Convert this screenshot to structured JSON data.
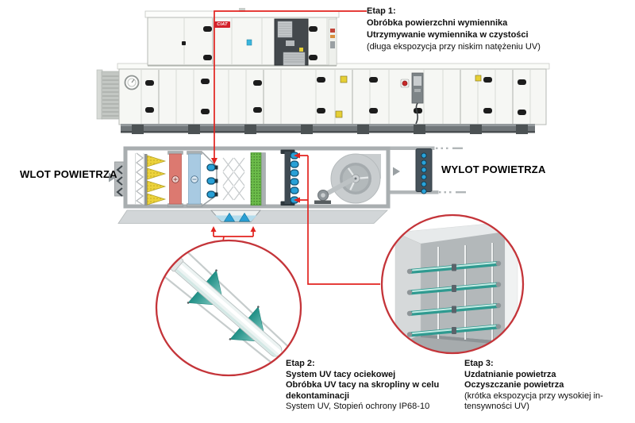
{
  "brand": {
    "logo_text": "CIAT",
    "logo_color": "#d3212b"
  },
  "flow_labels": {
    "inlet": "WLOT POWIETRZA",
    "outlet": "WYLOT POWIETRZA"
  },
  "callouts": {
    "etap1": {
      "lines": [
        "Etap 1:",
        "Obróbka powierzchni wymiennika",
        "Utrzymywanie wymiennika w czystości",
        "(długa ekspozycja przy niskim natężeniu UV)"
      ]
    },
    "etap2": {
      "lines": [
        "Etap 2:",
        "System UV tacy ociekowej",
        "Obróbka UV tacy na skropliny w celu",
        "dekontaminacji",
        "System UV, Stopień ochrony IP68-10"
      ]
    },
    "etap3": {
      "lines": [
        "Etap 3:",
        "Uzdatnianie powietrza",
        "Oczyszczanie powietrza",
        "(krótka ekspozycja przy wysokiej in-",
        "tensywności UV)"
      ]
    }
  },
  "colors": {
    "annotation_red": "#e2231f",
    "detail_circle_red": "#c43439",
    "uv_lamp_blue": "#29a2d8",
    "bag_filter_yellow": "#ecd23b",
    "heating_coil_red": "#dc7970",
    "cooling_coil_blue": "#a8cae2",
    "final_filter_green": "#6cbc4a",
    "uv_tube_teal": "#2f9a90",
    "casing_grey": "#a9aeb0"
  },
  "icons": {
    "inlet_arrow": "right-arrowhead",
    "outlet_arrow": "right-arrowhead",
    "fan": "centrifugal-fan-3-spoke",
    "uv_lamps": "blue-capsule-row",
    "drain_water": "blue-triangles"
  }
}
